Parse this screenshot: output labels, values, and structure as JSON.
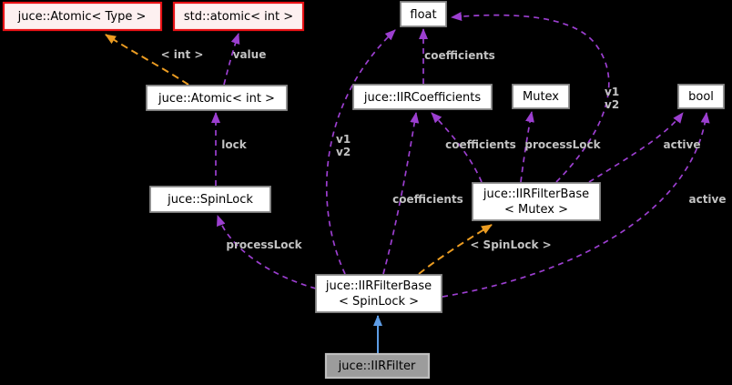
{
  "diagram": {
    "kind": "doxygen-collaboration-graph",
    "background": "#000000"
  },
  "colors": {
    "background": "#000000",
    "node_fill": "#ffffff",
    "node_border": "#8a8a8a",
    "node_text": "#000000",
    "truncated_node_fill": "#fdf0f0",
    "truncated_node_border": "#e81216",
    "current_node_fill": "#9c9c9c",
    "current_node_border": "#bfbfbf",
    "usage_edge": "#9c3fd0",
    "template_edge": "#eb9c22",
    "inheritance_edge": "#5e9de6",
    "edge_label_text": "#c2c2c2"
  },
  "nodes": {
    "atomic_type": {
      "label": "juce::Atomic< Type >",
      "style": "truncated"
    },
    "std_atomic_int": {
      "label": "std::atomic< int >",
      "style": "truncated"
    },
    "float_type": {
      "label": "float",
      "style": "plain"
    },
    "atomic_int": {
      "label": "juce::Atomic< int >",
      "style": "plain"
    },
    "iir_coefficients": {
      "label": "juce::IIRCoefficients",
      "style": "plain"
    },
    "mutex": {
      "label": "Mutex",
      "style": "plain"
    },
    "bool_type": {
      "label": "bool",
      "style": "plain"
    },
    "spinlock": {
      "label": "juce::SpinLock",
      "style": "plain"
    },
    "iir_filter_base_mutex": {
      "line1": "juce::IIRFilterBase",
      "line2": "< Mutex >",
      "style": "plain"
    },
    "iir_filter_base_spinlock": {
      "line1": "juce::IIRFilterBase",
      "line2": "< SpinLock >",
      "style": "plain"
    },
    "iir_filter": {
      "label": "juce::IIRFilter",
      "style": "current"
    }
  },
  "edge_labels": {
    "template_int": "< int >",
    "value": "value",
    "lock": "lock",
    "coefficients": "coefficients",
    "process_lock": "processLock",
    "active": "active",
    "v1": "v1",
    "v2": "v2",
    "template_spinlock": "< SpinLock >"
  },
  "edges": [
    {
      "from": "juce::Atomic< int >",
      "to": "juce::Atomic< Type >",
      "label": "< int >",
      "style": "template-instance"
    },
    {
      "from": "juce::Atomic< int >",
      "to": "std::atomic< int >",
      "label": "value",
      "style": "usage"
    },
    {
      "from": "juce::SpinLock",
      "to": "juce::Atomic< int >",
      "label": "lock",
      "style": "usage"
    },
    {
      "from": "juce::IIRCoefficients",
      "to": "float",
      "label": "coefficients",
      "style": "usage"
    },
    {
      "from": "juce::IIRFilterBase< SpinLock >",
      "to": "float",
      "label": "v1 v2",
      "style": "usage"
    },
    {
      "from": "juce::IIRFilterBase< Mutex >",
      "to": "float",
      "label": "v1 v2",
      "style": "usage"
    },
    {
      "from": "juce::IIRFilterBase< SpinLock >",
      "to": "juce::IIRCoefficients",
      "label": "coefficients",
      "style": "usage"
    },
    {
      "from": "juce::IIRFilterBase< Mutex >",
      "to": "juce::IIRCoefficients",
      "label": "coefficients",
      "style": "usage"
    },
    {
      "from": "juce::IIRFilterBase< Mutex >",
      "to": "Mutex",
      "label": "processLock",
      "style": "usage"
    },
    {
      "from": "juce::IIRFilterBase< Mutex >",
      "to": "bool",
      "label": "active",
      "style": "usage"
    },
    {
      "from": "juce::IIRFilterBase< SpinLock >",
      "to": "bool",
      "label": "active",
      "style": "usage"
    },
    {
      "from": "juce::IIRFilterBase< SpinLock >",
      "to": "juce::SpinLock",
      "label": "processLock",
      "style": "usage"
    },
    {
      "from": "juce::IIRFilterBase< SpinLock >",
      "to": "juce::IIRFilterBase< Mutex >",
      "label": "< SpinLock >",
      "style": "template-instance"
    },
    {
      "from": "juce::IIRFilter",
      "to": "juce::IIRFilterBase< SpinLock >",
      "label": "",
      "style": "public-inheritance"
    }
  ]
}
